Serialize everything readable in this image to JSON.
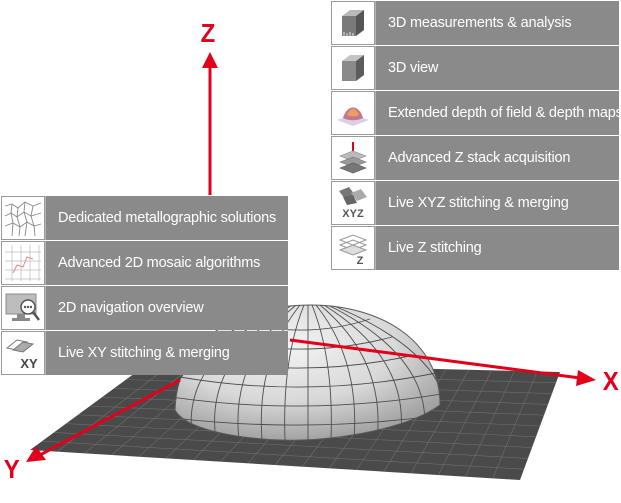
{
  "axes": {
    "x": "X",
    "y": "Y",
    "z": "Z"
  },
  "colors": {
    "axis": "#e3001b",
    "panel_row": "#8a8a8a",
    "row_text": "#ffffff",
    "grid_plane": "#4a4a4a",
    "dome": "#d6d6d6"
  },
  "right_panel": {
    "items": [
      {
        "icon": "cube-measurement-icon",
        "label": "3D measurements & analysis"
      },
      {
        "icon": "cube-view-icon",
        "label": "3D view"
      },
      {
        "icon": "depth-map-icon",
        "label": "Extended depth of field & depth maps"
      },
      {
        "icon": "z-stack-icon",
        "label": "Advanced Z stack acquisition"
      },
      {
        "icon": "xyz-stitch-icon",
        "label": "Live XYZ stitching & merging",
        "icon_text": "XYZ"
      },
      {
        "icon": "z-stitch-icon",
        "label": "Live Z stitching",
        "icon_text": "Z"
      }
    ]
  },
  "left_panel": {
    "items": [
      {
        "icon": "metallographic-grain-icon",
        "label": "Dedicated metallographic solutions"
      },
      {
        "icon": "mosaic-grid-icon",
        "label": "Advanced 2D mosaic algorithms"
      },
      {
        "icon": "navigation-monitor-icon",
        "label": "2D navigation overview"
      },
      {
        "icon": "xy-stitch-icon",
        "label": "Live XY stitching & merging",
        "icon_text": "XY"
      }
    ]
  }
}
